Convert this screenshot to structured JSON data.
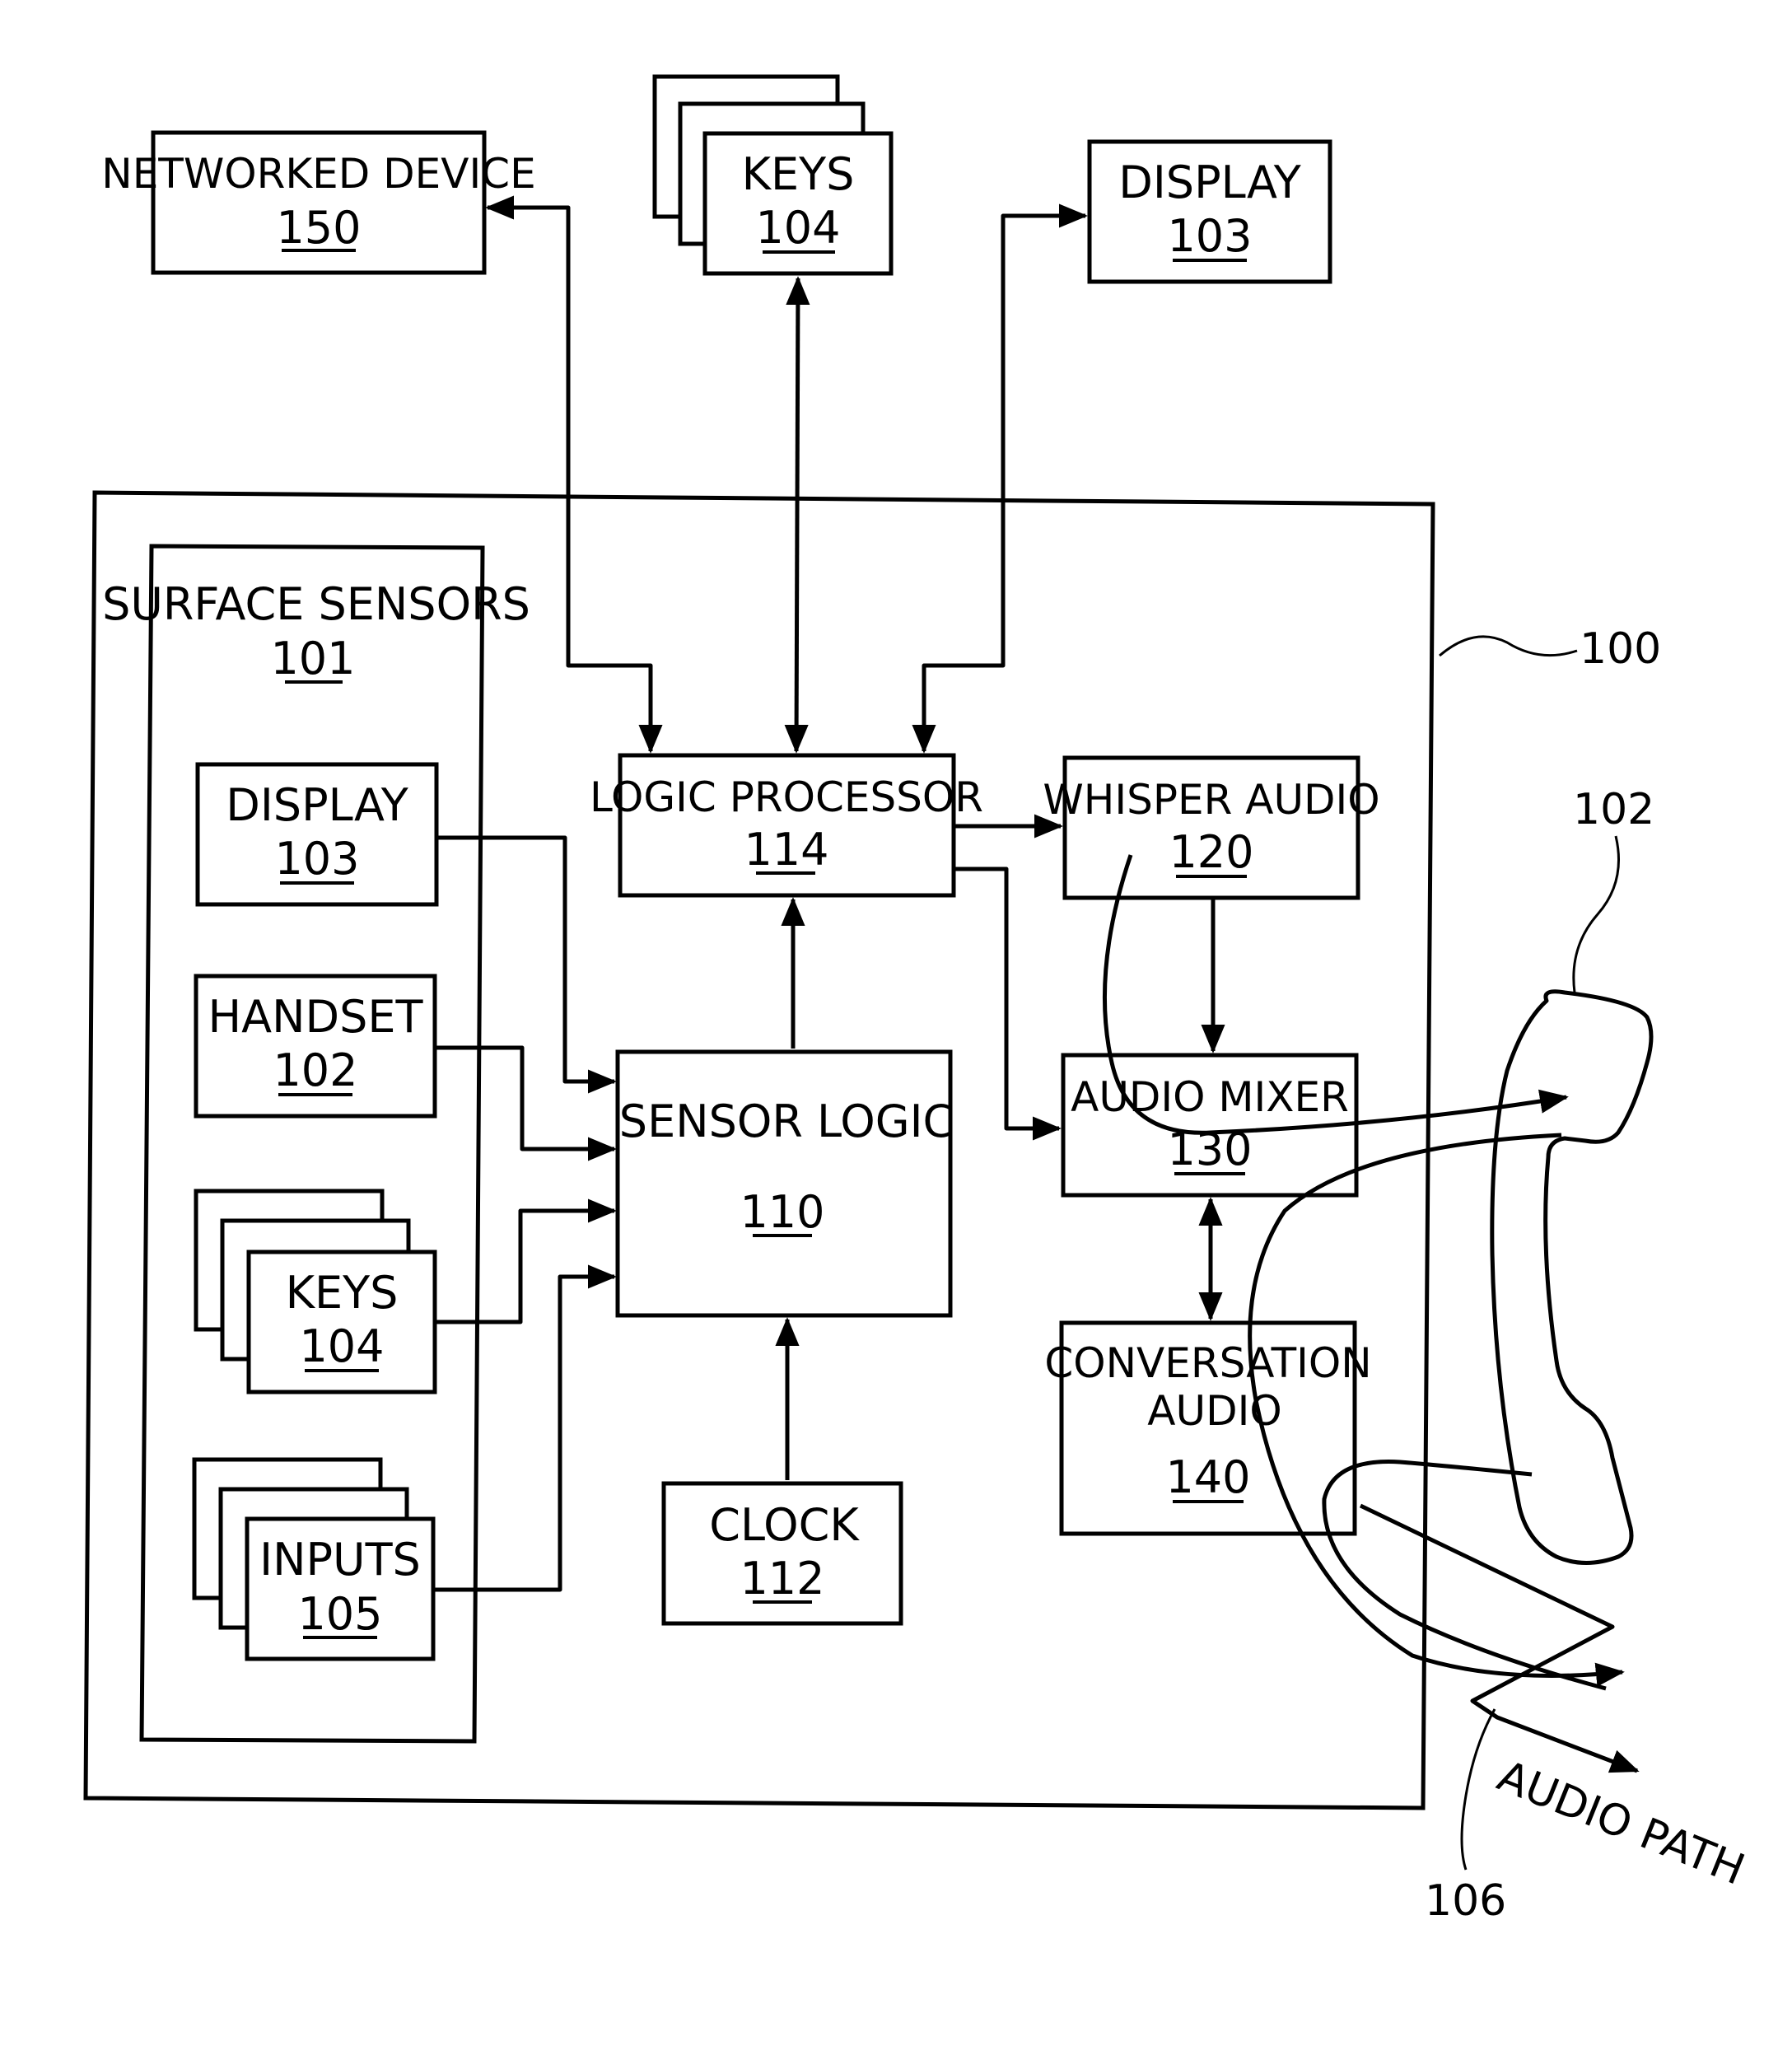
{
  "blocks": {
    "networked_device": {
      "label": "NETWORKED DEVICE",
      "number": "150"
    },
    "keys_top": {
      "label": "KEYS",
      "number": "104"
    },
    "display_top": {
      "label": "DISPLAY",
      "number": "103"
    },
    "surface_sensors": {
      "label": "SURFACE SENSORS",
      "number": "101"
    },
    "display_sensor": {
      "label": "DISPLAY",
      "number": "103"
    },
    "handset_sensor": {
      "label": "HANDSET",
      "number": "102"
    },
    "keys_sensor": {
      "label": "KEYS",
      "number": "104"
    },
    "inputs_sensor": {
      "label": "INPUTS",
      "number": "105"
    },
    "logic_processor": {
      "label": "LOGIC PROCESSOR",
      "number": "114"
    },
    "sensor_logic": {
      "label": "SENSOR LOGIC",
      "number": "110"
    },
    "clock": {
      "label": "CLOCK",
      "number": "112"
    },
    "whisper_audio": {
      "label": "WHISPER AUDIO",
      "number": "120"
    },
    "audio_mixer": {
      "label": "AUDIO MIXER",
      "number": "130"
    },
    "conversation_audio": {
      "label_line1": "CONVERSATION",
      "label_line2": "AUDIO",
      "number": "140"
    }
  },
  "references": {
    "device": "100",
    "handset": "102",
    "audio_path_ref": "106",
    "audio_path_label": "AUDIO PATH"
  }
}
